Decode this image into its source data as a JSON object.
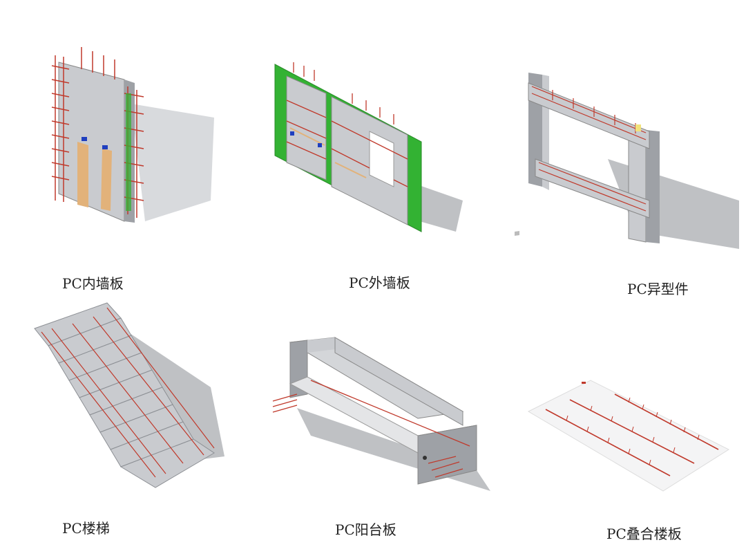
{
  "captions": {
    "inner_wall": "PC内墙板",
    "outer_wall": "PC外墙板",
    "special": "PC异型件",
    "stairs": "PC楼梯",
    "balcony": "PC阳台板",
    "slab": "PC叠合楼板"
  },
  "colors": {
    "concrete": "#c9cbcf",
    "concrete_dark": "#9ea1a6",
    "rebar": "#c0392b",
    "green": "#33b233",
    "wood": "#e2b27a",
    "shadow": "#bfc1c4",
    "blue": "#1f3fbf"
  }
}
